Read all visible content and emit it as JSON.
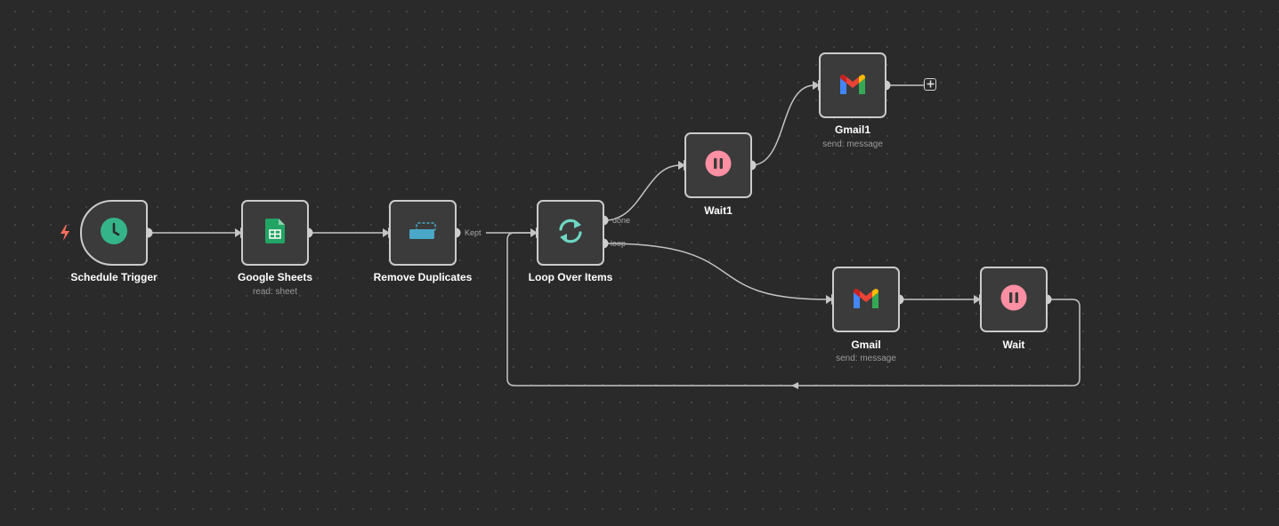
{
  "colors": {
    "canvas_background": "#2a2a2a",
    "node_background": "#3b3b3b",
    "node_border": "#cbcbcb",
    "edge": "#c4c4c4",
    "trigger_accent": "#ff6f5c",
    "schedule_green": "#35b48a",
    "sheets_green": "#21a464",
    "dedupe_blue": "#4aa7c8",
    "loop_teal": "#6fd6c4",
    "wait_pink": "#ff8fa3"
  },
  "nodes": {
    "schedule_trigger": {
      "label": "Schedule Trigger",
      "icon": "clock-icon"
    },
    "google_sheets": {
      "label": "Google Sheets",
      "subtitle": "read: sheet",
      "icon": "google-sheets-icon"
    },
    "remove_duplicates": {
      "label": "Remove Duplicates",
      "icon": "remove-duplicates-icon",
      "output_label": "Kept"
    },
    "loop_over_items": {
      "label": "Loop Over Items",
      "icon": "loop-icon",
      "output_done_label": "done",
      "output_loop_label": "loop"
    },
    "wait1": {
      "label": "Wait1",
      "icon": "pause-icon"
    },
    "gmail1": {
      "label": "Gmail1",
      "subtitle": "send: message",
      "icon": "gmail-icon"
    },
    "gmail": {
      "label": "Gmail",
      "subtitle": "send: message",
      "icon": "gmail-icon"
    },
    "wait": {
      "label": "Wait",
      "icon": "pause-icon"
    }
  },
  "trigger_marker": {
    "icon": "lightning-bolt-icon"
  },
  "add_node_button": {
    "icon": "plus-icon"
  }
}
